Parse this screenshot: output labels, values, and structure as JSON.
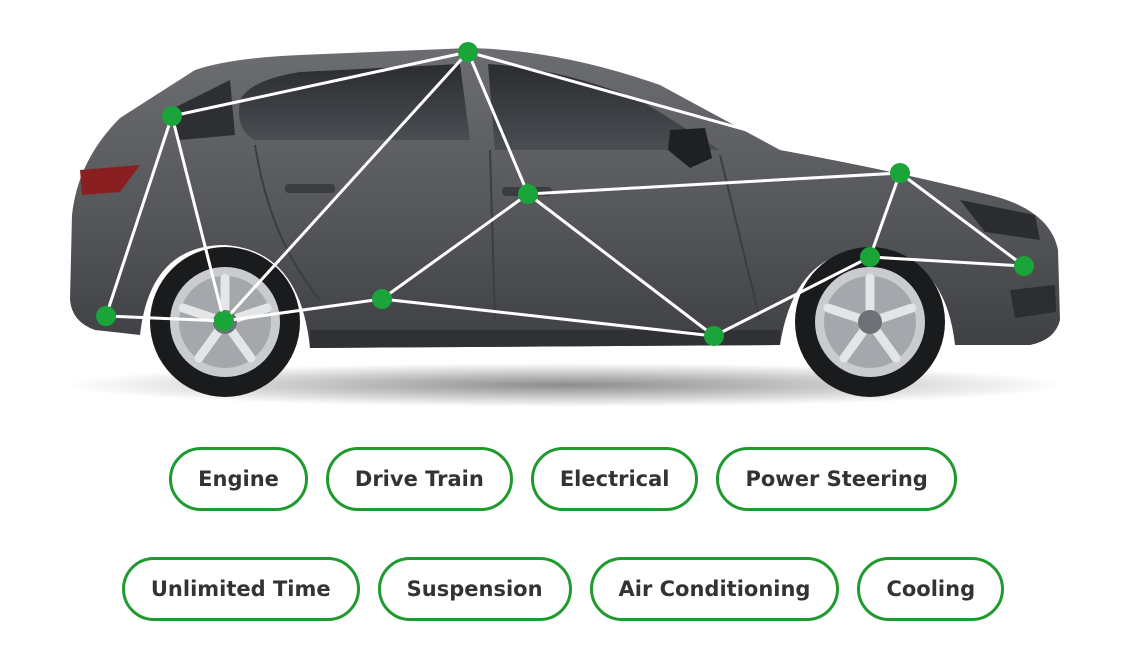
{
  "colors": {
    "accent": "#1f9a2e",
    "node": "#1aa43a",
    "link": "#ffffff",
    "car_body": "#55575b",
    "label_text": "#333333"
  },
  "image": {
    "subject": "gray hatchback car, side view, with connected-node overlay"
  },
  "features": {
    "row1": [
      {
        "label": "Engine"
      },
      {
        "label": "Drive Train"
      },
      {
        "label": "Electrical"
      },
      {
        "label": "Power Steering"
      }
    ],
    "row2": [
      {
        "label": "Unlimited Time"
      },
      {
        "label": "Suspension"
      },
      {
        "label": "Air Conditioning"
      },
      {
        "label": "Cooling"
      }
    ]
  }
}
